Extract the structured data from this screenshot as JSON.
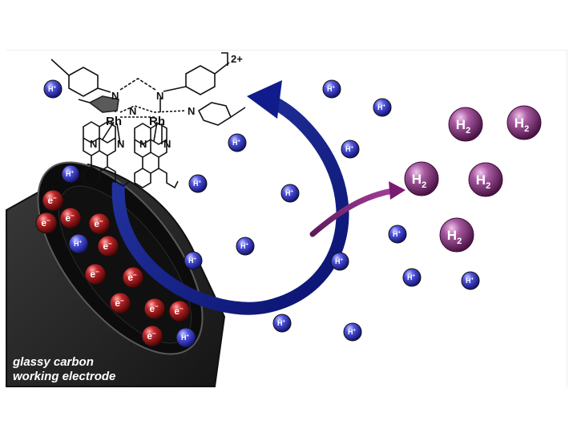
{
  "figure": {
    "charge": "2+",
    "metal_label": "Rh",
    "nitrogen_label": "N",
    "electrode_line1": "glassy carbon",
    "electrode_line2": "working electrode"
  },
  "particles": {
    "proton": {
      "base": "H",
      "sup": "+"
    },
    "electron": {
      "base": "e",
      "sup": "−"
    },
    "hydrogen": {
      "base": "H",
      "sub": "2"
    }
  },
  "colors": {
    "proton": "#2b2fb4",
    "electron": "#8b1212",
    "hydrogen": "#8e3b86",
    "cycle_arrow": "#101c8c",
    "h2_arrow": "#7a1a72",
    "electrode": "#252525",
    "molecule": "#111111"
  }
}
